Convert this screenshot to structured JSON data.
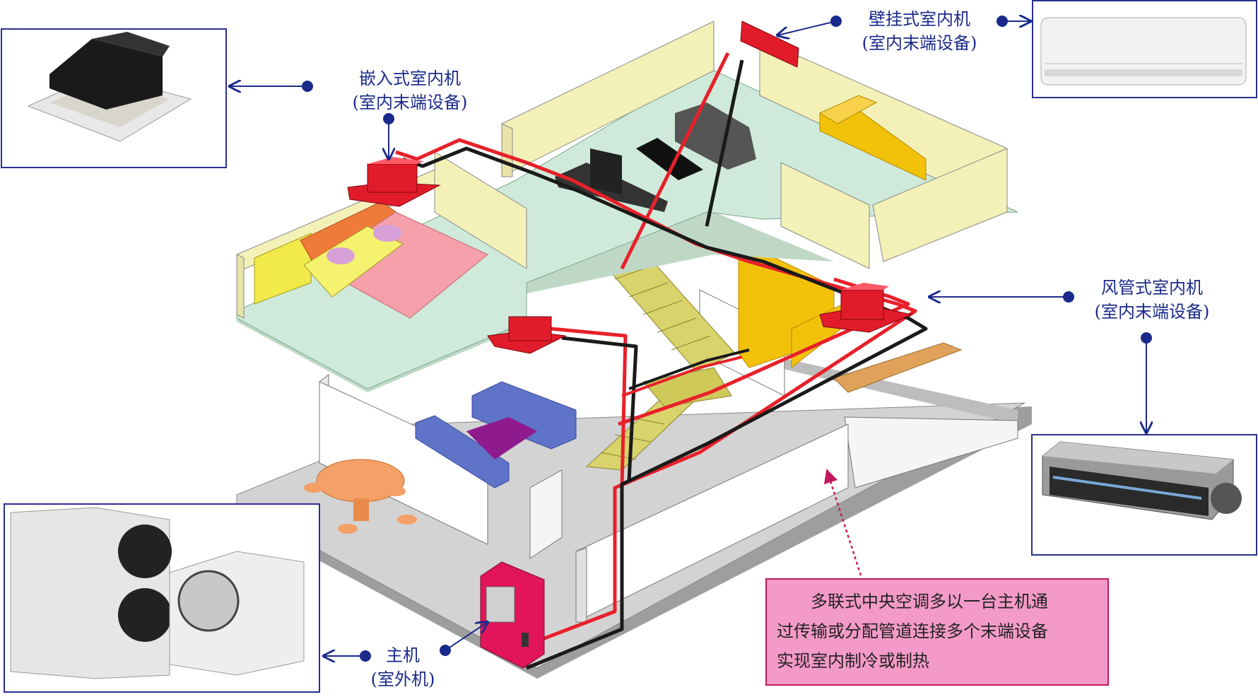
{
  "labels": {
    "wall_unit": {
      "title": "壁挂式室内机",
      "sub": "(室内末端设备)"
    },
    "cassette_unit": {
      "title": "嵌入式室内机",
      "sub": "(室内末端设备)"
    },
    "duct_unit": {
      "title": "风管式室内机",
      "sub": "(室内末端设备)"
    },
    "outdoor_unit": {
      "title": "主机",
      "sub": "(室外机)"
    }
  },
  "note": {
    "lines": [
      "多联式中央空调多以一台主机通",
      "过传输或分配管道连接多个末端设备",
      "实现室内制冷或制热"
    ]
  },
  "colors": {
    "label_text": "#1a2a8a",
    "pipe_red": "#e8202a",
    "pipe_black": "#1a1a1a",
    "unit_red": "#e21b2a",
    "note_bg": "#f49ac8",
    "floor_green": "#cfeadb",
    "floor_gray": "#cfcfcf"
  }
}
